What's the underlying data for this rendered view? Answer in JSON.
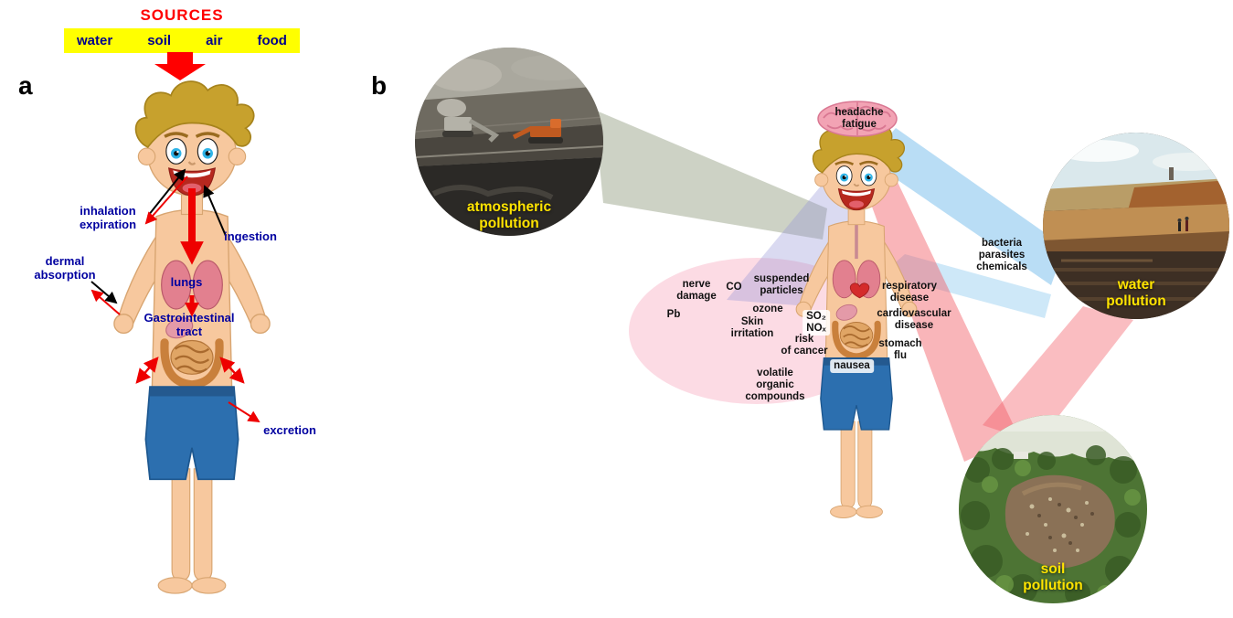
{
  "figure": {
    "panel_a_label": "a",
    "panel_b_label": "b"
  },
  "sources": {
    "title": "SOURCES",
    "items": [
      "water",
      "soil",
      "air",
      "food"
    ]
  },
  "panel_a_labels": {
    "inhalation_expiration": "inhalation\nexpiration",
    "ingestion": "ingestion",
    "dermal_absorption": "dermal\nabsorption",
    "lungs": "lungs",
    "gastrointestinal_tract": "Gastrointestinal\ntract",
    "excretion": "excretion"
  },
  "panel_b": {
    "insets": {
      "atmospheric": {
        "caption": "atmospheric\npollution"
      },
      "water": {
        "caption": "water\npollution"
      },
      "soil": {
        "caption": "soil\npollution"
      }
    },
    "effects": {
      "headache_fatigue": "headache\nfatigue",
      "nerve_damage": "nerve\ndamage",
      "co": "CO",
      "suspended_particles": "suspended\nparticles",
      "pb": "Pb",
      "ozone": "ozone",
      "skin_irritation": "Skin\nirritation",
      "so2_nox": "SO₂\nNOₓ",
      "risk_of_cancer": "risk\nof cancer",
      "respiratory_disease": "respiratory\ndisease",
      "cardiovascular_disease": "cardiovascular\ndisease",
      "stomach_flu": "stomach\nflu",
      "nausea": "nausea",
      "volatile_organic_compounds": "volatile\norganic\ncompounds",
      "bacteria_parasites_chemicals": "bacteria\nparasites\nchemicals"
    }
  },
  "colors": {
    "sources_title": "#FF0000",
    "sources_bar_bg": "#FFFF00",
    "sources_text": "#00008B",
    "panel_a_label_text": "#0000A0",
    "inset_caption": "#FFE400",
    "effect_text": "#111111",
    "arrow_red": "#EE0000"
  }
}
